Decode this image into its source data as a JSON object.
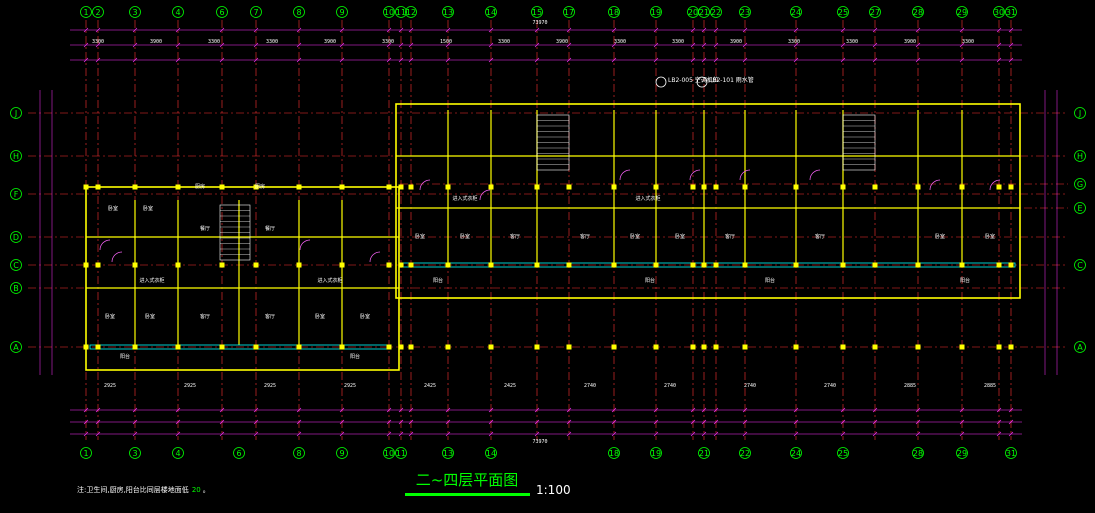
{
  "drawing": {
    "title": "二~四层平面图",
    "scale": "1:100",
    "note_prefix": "注:卫生间,厨房,阳台比同层楼地面低",
    "note_value": "20",
    "note_suffix": "。",
    "total_dim": "73970",
    "colors": {
      "background": "#000000",
      "grid": "#ff3333",
      "wall": "#ffff00",
      "dimension": "#ff33ff",
      "label": "#00ff00",
      "window": "#00ffff",
      "text": "#ffffff",
      "title": "#00ff00",
      "title_underline": "#00ff00"
    }
  },
  "grid_columns": [
    {
      "label": "1"
    },
    {
      "label": "2"
    },
    {
      "label": "3"
    },
    {
      "label": "4"
    },
    {
      "label": "6"
    },
    {
      "label": "7"
    },
    {
      "label": "8"
    },
    {
      "label": "9"
    },
    {
      "label": "10"
    },
    {
      "label": "11"
    },
    {
      "label": "12"
    },
    {
      "label": "13"
    },
    {
      "label": "14"
    },
    {
      "label": "15"
    },
    {
      "label": "17"
    },
    {
      "label": "18"
    },
    {
      "label": "19"
    },
    {
      "label": "20"
    },
    {
      "label": "21"
    },
    {
      "label": "22"
    },
    {
      "label": "23"
    },
    {
      "label": "24"
    },
    {
      "label": "25"
    },
    {
      "label": "27"
    },
    {
      "label": "28"
    },
    {
      "label": "29"
    },
    {
      "label": "30"
    },
    {
      "label": "31"
    }
  ],
  "bottom_columns": [
    {
      "label": "1"
    },
    {
      "label": "3"
    },
    {
      "label": "4"
    },
    {
      "label": "6"
    },
    {
      "label": "8"
    },
    {
      "label": "9"
    },
    {
      "label": "10"
    },
    {
      "label": "11"
    },
    {
      "label": "13"
    },
    {
      "label": "14"
    },
    {
      "label": "18"
    },
    {
      "label": "19"
    },
    {
      "label": "21"
    },
    {
      "label": "22"
    },
    {
      "label": "24"
    },
    {
      "label": "25"
    },
    {
      "label": "28"
    },
    {
      "label": "29"
    },
    {
      "label": "31"
    }
  ],
  "grid_rows_left": [
    {
      "label": "J"
    },
    {
      "label": "H"
    },
    {
      "label": "F"
    },
    {
      "label": "D"
    },
    {
      "label": "C"
    },
    {
      "label": "B"
    },
    {
      "label": "A"
    }
  ],
  "grid_rows_right": [
    {
      "label": "J"
    },
    {
      "label": "H"
    },
    {
      "label": "G"
    },
    {
      "label": "E"
    },
    {
      "label": "C"
    },
    {
      "label": "A"
    }
  ],
  "top_dims": [
    "3300",
    "3900",
    "3300",
    "3300",
    "3900",
    "3300",
    "1500",
    "3300",
    "3900",
    "3300",
    "3300",
    "3900",
    "3300",
    "3300",
    "3900",
    "3300"
  ],
  "bottom_dims": [
    "2925",
    "2925",
    "2925",
    "2925",
    "2425",
    "2425",
    "2740",
    "2740",
    "2740",
    "2740",
    "2885",
    "2885"
  ],
  "rooms": [
    "卧室",
    "卧室",
    "客厅",
    "客厅",
    "卧室",
    "卧室",
    "卧室",
    "卧室",
    "客厅",
    "客厅",
    "卧室",
    "卧室",
    "客厅",
    "客厅",
    "卧室",
    "卧室",
    "卧室",
    "卧室",
    "厨房",
    "厨房",
    "餐厅",
    "餐厅",
    "阳台",
    "阳台",
    "阳台",
    "阳台",
    "阳台",
    "阳台",
    "进入式衣柜",
    "进入式衣柜",
    "进入式衣柜",
    "进入式衣柜"
  ],
  "callouts": [
    "LB2-005 空调机位",
    "LB2-101 雨水管"
  ]
}
